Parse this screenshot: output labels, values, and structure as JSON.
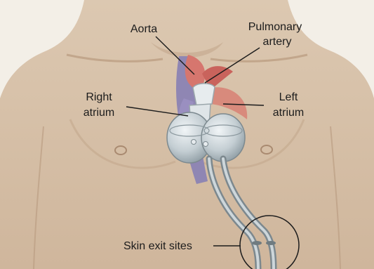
{
  "labels": {
    "aorta": "Aorta",
    "pulmonary_artery_line1": "Pulmonary",
    "pulmonary_artery_line2": "artery",
    "right_atrium_line1": "Right",
    "right_atrium_line2": "atrium",
    "left_atrium_line1": "Left",
    "left_atrium_line2": "atrium",
    "skin_exit_sites": "Skin exit sites"
  },
  "colors": {
    "background": "#f3efe7",
    "skin": "#d9c3ab",
    "skin_shadow": "#c3a78c",
    "vessel_red": "#d6766e",
    "atrium_purple": "#8f86b3",
    "device_gray": "#c4ced3",
    "label_text": "#1c1c1c"
  }
}
